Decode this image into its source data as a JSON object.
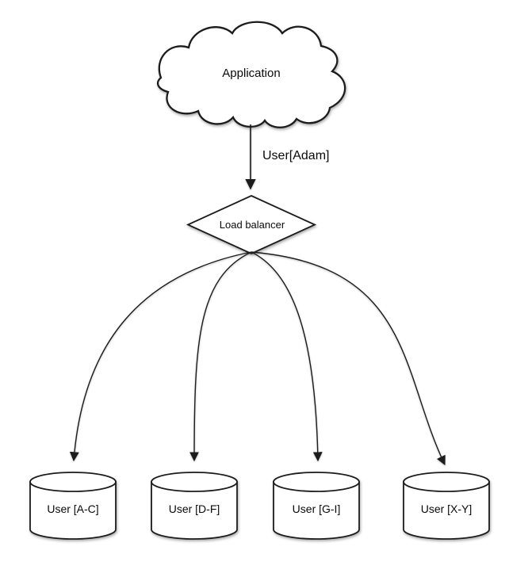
{
  "diagram": {
    "application": {
      "label": "Application"
    },
    "request_label": "User[Adam]",
    "load_balancer": {
      "label": "Load balancer"
    },
    "databases": [
      {
        "label": "User [A-C]"
      },
      {
        "label": "User [D-F]"
      },
      {
        "label": "User [G-I]"
      },
      {
        "label": "User [X-Y]"
      }
    ],
    "colors": {
      "stroke": "#1c1c1c",
      "shape_fill": "#ffffff",
      "background": "#ffffff",
      "text": "#0a0a0a"
    }
  }
}
